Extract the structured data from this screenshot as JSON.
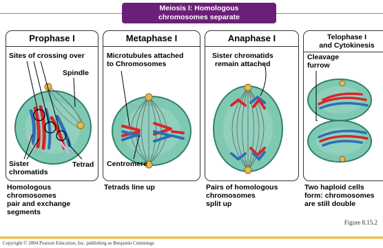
{
  "banner": {
    "line1": "Meiosis I: Homologous",
    "line2": "chromosomes separate"
  },
  "panels": [
    {
      "title": "Prophase I",
      "labels": {
        "crossing": "Sites of crossing over",
        "spindle": "Spindle",
        "sister1": "Sister",
        "sister2": "chromatids",
        "tetrad": "Tetrad"
      },
      "caption": [
        "Homologous",
        "chromosomes",
        "pair and exchange",
        "segments"
      ]
    },
    {
      "title": "Metaphase I",
      "labels": {
        "micro1": "Microtubules attached",
        "micro2": "to Chromosomes",
        "centromere": "Centromere"
      },
      "caption": [
        "Tetrads line up"
      ]
    },
    {
      "title": "Anaphase I",
      "labels": {
        "sc1": "Sister chromatids",
        "sc2": "remain attached"
      },
      "caption": [
        "Pairs of homologous",
        "chromosomes",
        "split up"
      ]
    },
    {
      "title1": "Telophase I",
      "title2": "and Cytokinesis",
      "labels": {
        "cf1": "Cleavage",
        "cf2": "furrow"
      },
      "caption": [
        "Two haploid cells",
        "form: chromosomes",
        "are still double"
      ]
    }
  ],
  "figure_label": "Figure 8.15.2",
  "copyright": "Copyright © 2004 Pearson Education, Inc. publishing as Benjamin Cummings",
  "colors": {
    "banner": "#6b1f78",
    "cell": "#7fc9b3",
    "cell_edge": "#2f7f6c",
    "red": "#d8262b",
    "blue": "#2d6fb3",
    "centrosome": "#e8b84a"
  }
}
